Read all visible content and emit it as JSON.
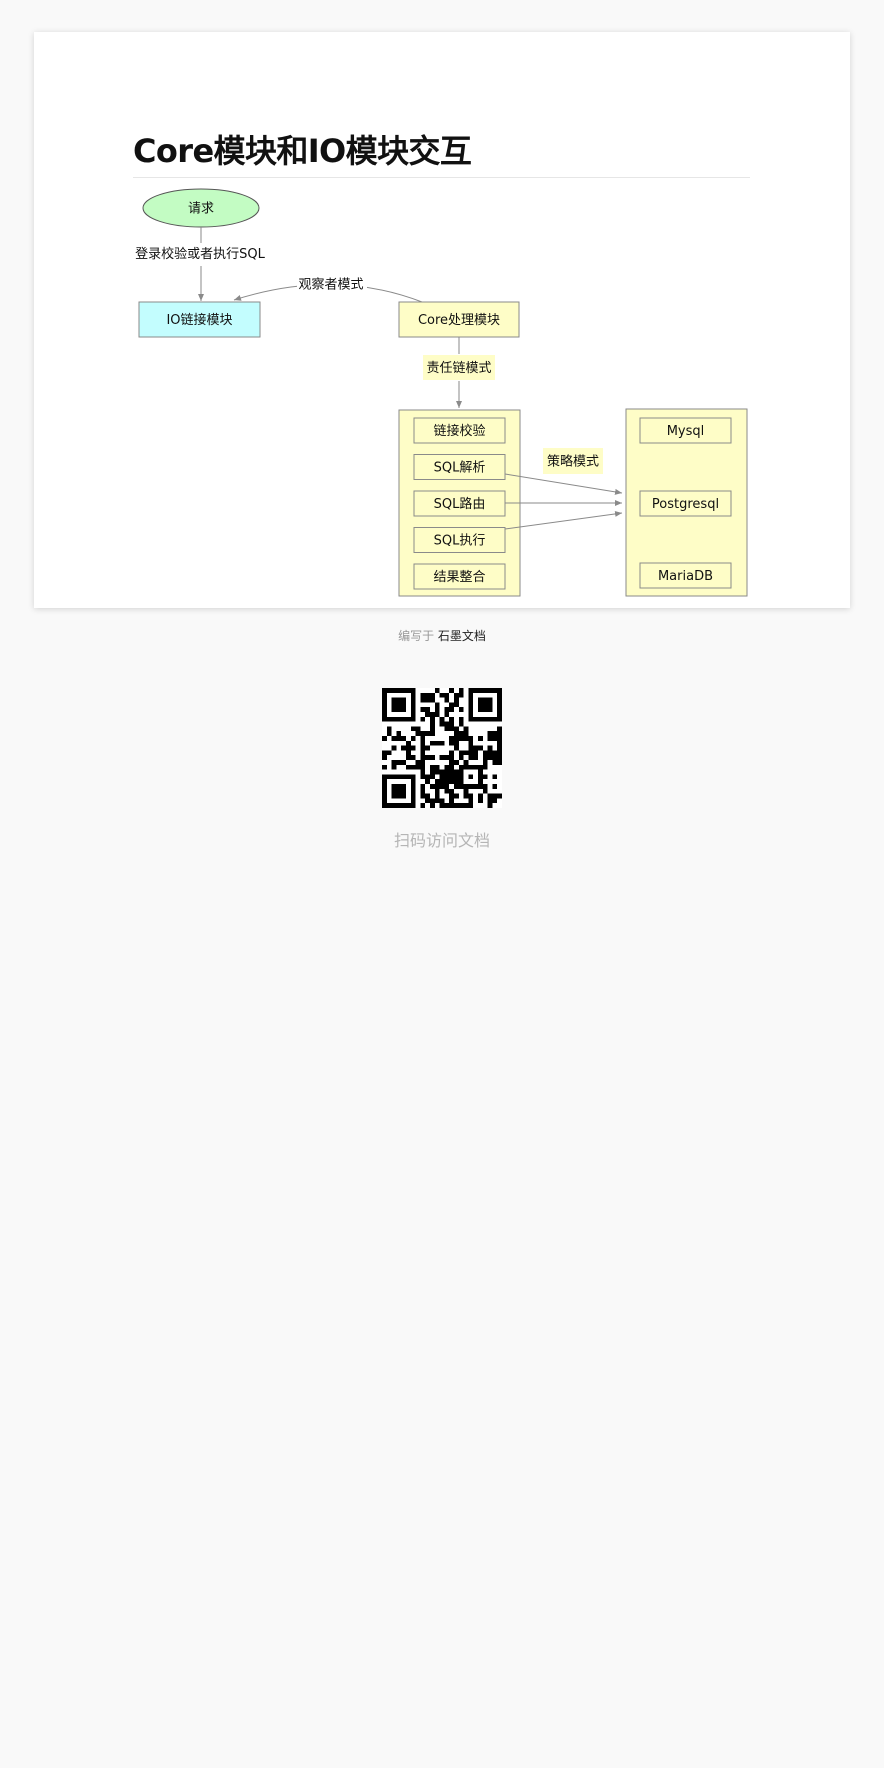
{
  "document": {
    "title": "Core模块和IO模块交互"
  },
  "diagram": {
    "request_node": "请求",
    "login_label": "登录校验或者执行SQL",
    "observer_label": "观察者模式",
    "io_module": "IO链接模块",
    "core_module": "Core处理模块",
    "chain_label": "责任链模式",
    "strategy_label": "策略模式",
    "chain_steps": [
      "链接校验",
      "SQL解析",
      "SQL路由",
      "SQL执行",
      "结果整合"
    ],
    "databases": [
      "Mysql",
      "Postgresql",
      "MariaDB"
    ],
    "colors": {
      "request_fill": "#c3fcc3",
      "io_fill": "#c3fdfe",
      "core_fill": "#fefdc7",
      "label_fill": "#fefdc7",
      "stroke": "#8a8a8a"
    }
  },
  "footer": {
    "written_in": "编写于",
    "brand": "石墨文档"
  },
  "qr": {
    "caption": "扫码访问文档"
  }
}
